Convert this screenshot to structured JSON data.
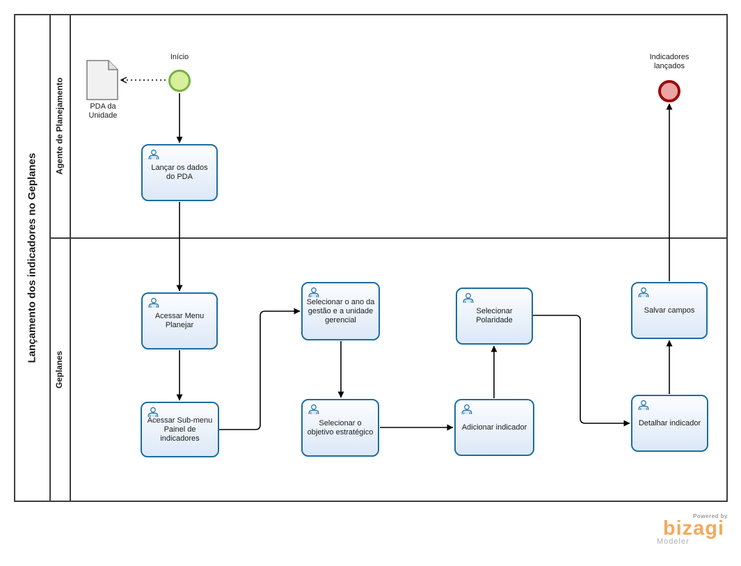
{
  "colors": {
    "task_border": "#1b6da0",
    "task_fill_top": "#fcfdff",
    "task_fill_bottom": "#dce8f7",
    "start_border": "#76b143",
    "start_fill": "#d8ef9b",
    "end_border": "#9b0a0a",
    "end_fill": "#eda4a4",
    "flow_color": "#000000",
    "logo_orange": "#f3aa5f"
  },
  "pool": {
    "title": "Lançamento dos indicadores no Geplanes",
    "lanes": [
      {
        "label": "Agente de Planejamento"
      },
      {
        "label": "Geplanes"
      }
    ]
  },
  "nodes": {
    "start_event": {
      "label": "Início"
    },
    "end_event": {
      "label": "Indicadores lançados"
    },
    "data_object": {
      "label": "PDA da Unidade"
    },
    "tasks": [
      {
        "label": "Lançar os dados do PDA"
      },
      {
        "label": "Acessar Menu Planejar"
      },
      {
        "label": "Acessar Sub-menu Painel de indicadores"
      },
      {
        "label": "Selecionar o ano da gestão e a unidade gerencial"
      },
      {
        "label": "Selecionar o objetivo estratégico"
      },
      {
        "label": "Adicionar indicador"
      },
      {
        "label": "Selecionar Polaridade"
      },
      {
        "label": "Salvar campos"
      },
      {
        "label": "Detalhar indicador"
      }
    ]
  },
  "branding": {
    "powered_by": "Powered by",
    "logo_text": "bizagi",
    "product": "Modeler"
  }
}
